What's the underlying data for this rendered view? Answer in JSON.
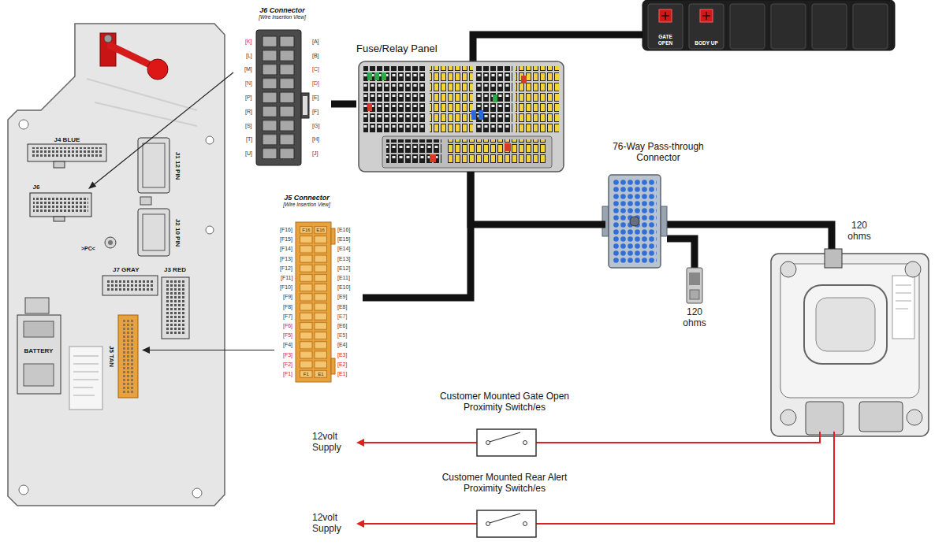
{
  "diagram": {
    "nodes": [
      {
        "text": [
          "J6 Connector",
          "[Wire Insertion View]"
        ]
      },
      {
        "text": [
          "Fuse/Relay Panel"
        ]
      },
      {
        "text": [
          "GATE OPEN"
        ]
      },
      {
        "text": [
          "BODY UP"
        ]
      },
      {
        "text": [
          "76-Way Pass-through Connector"
        ]
      },
      {
        "text": [
          "J5 Connector",
          "[Wire Insertion View]"
        ]
      },
      {
        "text": [
          "Customer Mounted Gate Open Proximity Switch/es"
        ]
      },
      {
        "text": [
          "Customer Mounted Rear Alert Proximity Switch/es"
        ]
      }
    ],
    "edges": [
      {
        "from": 0,
        "to": 1,
        "arrow": "none"
      },
      {
        "from": 1,
        "to": 4,
        "arrow": "none"
      },
      {
        "from": 1,
        "to": 5,
        "arrow": "none"
      }
    ],
    "labels": [
      "J4 BLUE",
      "J1 12 PIN",
      "J6",
      "J2 10 PIN",
      ">PC<",
      "J7 GRAY",
      "J3 RED",
      "BATTERY",
      "J5 TAN",
      "[K]",
      "[L]",
      "[M]",
      "[N]",
      "[P]",
      "[R]",
      "[S]",
      "[T]",
      "[U]",
      "[A]",
      "[B]",
      "[C]",
      "[D]",
      "[E]",
      "[F]",
      "[G]",
      "[H]",
      "[J]",
      "[F16]",
      "[F15]",
      "[F14]",
      "[F13]",
      "[F12]",
      "[F11]",
      "[F10]",
      "[F9]",
      "[F8]",
      "[F7]",
      "[F6]",
      "[F5]",
      "[F4]",
      "[F3]",
      "[F2]",
      "[F1]",
      "[E16]",
      "[E15]",
      "[E14]",
      "[E13]",
      "[E12]",
      "[E11]",
      "[E10]",
      "[E9]",
      "[E8]",
      "[E7]",
      "[E6]",
      "[E5]",
      "[E4]",
      "[E3]",
      "[E2]",
      "[E1]",
      "F16",
      "E16",
      "F1",
      "E1",
      "120 ohms",
      "120 ohms",
      "12volt Supply",
      "12volt Supply"
    ]
  }
}
